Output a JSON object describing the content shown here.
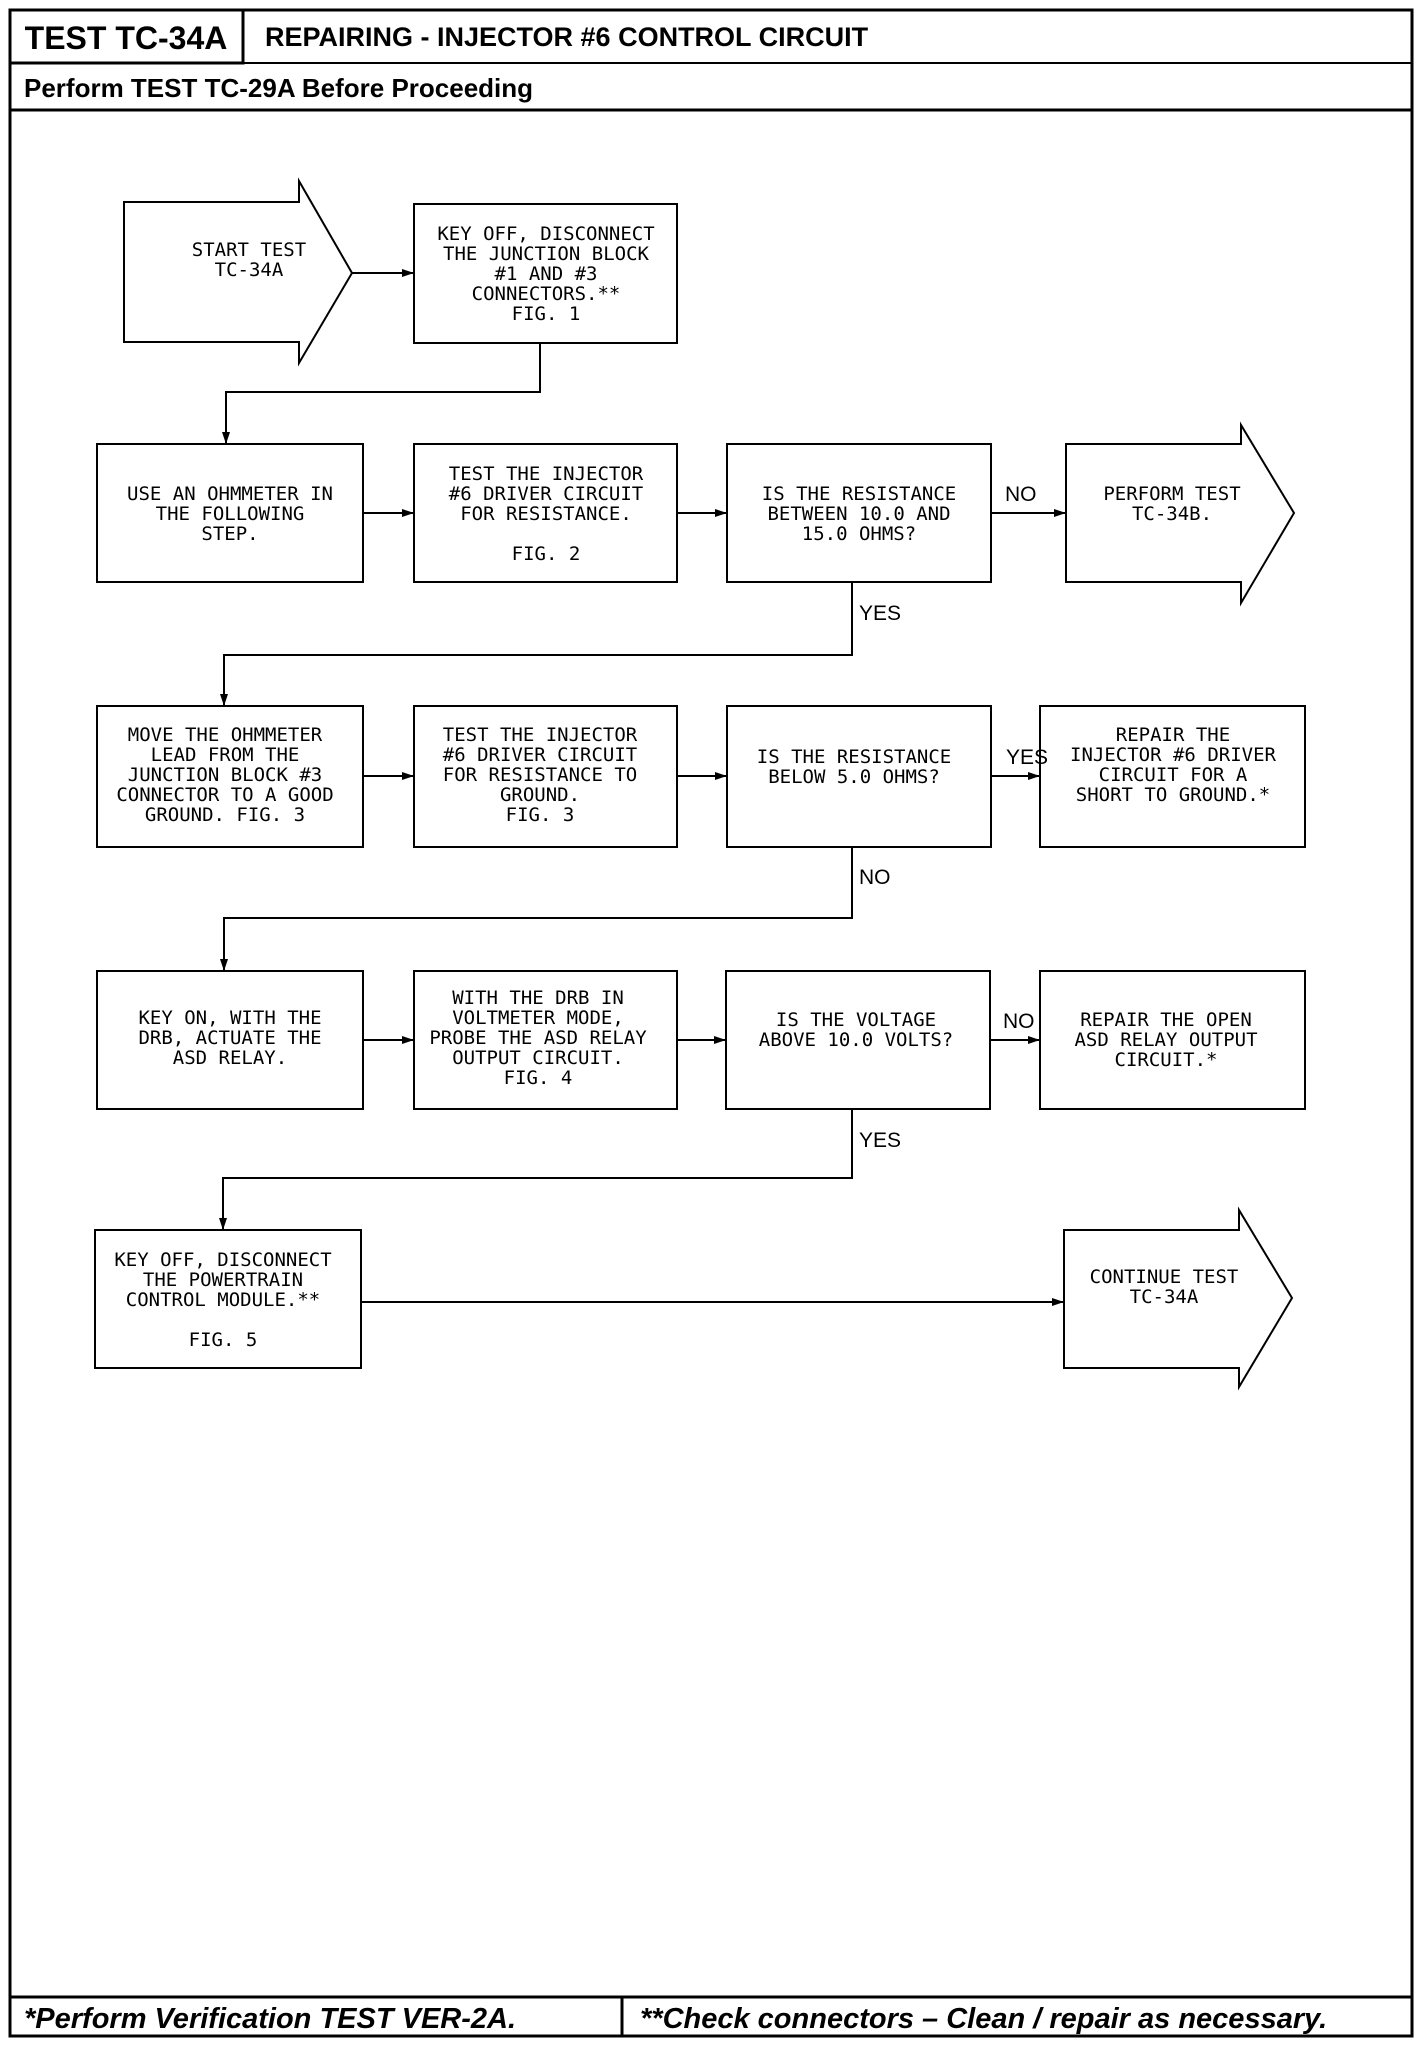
{
  "header": {
    "test_id": "TEST TC-34A",
    "title": "REPAIRING - INJECTOR #6 CONTROL CIRCUIT",
    "prerequisite": "Perform TEST TC-29A Before Proceeding"
  },
  "nodes": {
    "start": [
      "START TEST",
      "TC-34A"
    ],
    "key_off_junction": [
      "KEY OFF, DISCONNECT",
      "THE JUNCTION BLOCK",
      "#1 AND #3",
      "CONNECTORS.**",
      "FIG. 1"
    ],
    "use_ohmmeter": [
      "USE AN OHMMETER IN",
      "THE FOLLOWING",
      "STEP."
    ],
    "test_driver_resistance": [
      "TEST THE INJECTOR",
      "#6 DRIVER CIRCUIT",
      "FOR RESISTANCE.",
      "",
      "FIG. 2"
    ],
    "decision_resistance_range": [
      "IS THE RESISTANCE",
      "BETWEEN 10.0 AND",
      "15.0 OHMS?"
    ],
    "perform_tc34b": [
      "PERFORM TEST",
      "TC-34B."
    ],
    "move_ohmmeter": [
      "MOVE THE OHMMETER",
      "LEAD FROM THE",
      "JUNCTION BLOCK #3",
      "CONNECTOR TO A GOOD",
      "GROUND. FIG. 3"
    ],
    "test_driver_ground": [
      "TEST THE INJECTOR",
      "#6 DRIVER CIRCUIT",
      "FOR RESISTANCE TO",
      "GROUND.",
      "FIG. 3"
    ],
    "decision_resistance_below": [
      "IS THE RESISTANCE",
      "BELOW 5.0 OHMS?"
    ],
    "repair_short": [
      "REPAIR THE",
      "INJECTOR #6 DRIVER",
      "CIRCUIT FOR A",
      "SHORT TO GROUND.*"
    ],
    "key_on_drb": [
      "KEY ON, WITH THE",
      "DRB, ACTUATE THE",
      "ASD RELAY."
    ],
    "probe_asd": [
      "WITH THE DRB IN",
      "VOLTMETER MODE,",
      "PROBE THE ASD RELAY",
      "OUTPUT CIRCUIT.",
      "FIG. 4"
    ],
    "decision_voltage": [
      "IS THE VOLTAGE",
      "ABOVE 10.0 VOLTS?"
    ],
    "repair_open": [
      "REPAIR THE OPEN",
      "ASD RELAY OUTPUT",
      "CIRCUIT.*"
    ],
    "key_off_pcm": [
      "KEY OFF, DISCONNECT",
      "THE POWERTRAIN",
      "CONTROL MODULE.**",
      "",
      "FIG. 5"
    ],
    "continue": [
      "CONTINUE TEST",
      "TC-34A"
    ]
  },
  "edge_labels": {
    "no_1": "NO",
    "yes_1": "YES",
    "yes_2": "YES",
    "no_2": "NO",
    "no_3": "NO",
    "yes_3": "YES"
  },
  "footer": {
    "left": "*Perform Verification TEST VER-2A.",
    "right": "**Check connectors – Clean / repair as necessary."
  }
}
